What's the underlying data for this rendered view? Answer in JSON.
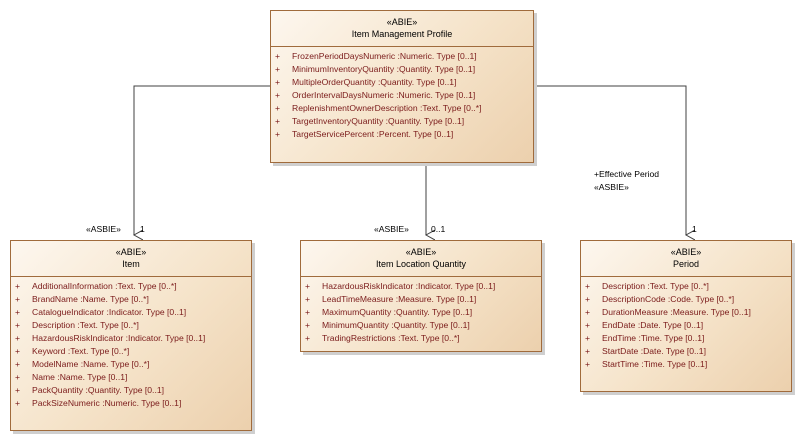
{
  "classes": {
    "profile": {
      "stereotype": "«ABIE»",
      "name": "Item Management Profile",
      "attributes": [
        {
          "vis": "+",
          "text": "FrozenPeriodDaysNumeric  :Numeric. Type [0..1]"
        },
        {
          "vis": "+",
          "text": "MinimumInventoryQuantity  :Quantity. Type [0..1]"
        },
        {
          "vis": "+",
          "text": "MultipleOrderQuantity  :Quantity. Type [0..1]"
        },
        {
          "vis": "+",
          "text": "OrderIntervalDaysNumeric  :Numeric. Type [0..1]"
        },
        {
          "vis": "+",
          "text": "ReplenishmentOwnerDescription  :Text. Type [0..*]"
        },
        {
          "vis": "+",
          "text": "TargetInventoryQuantity  :Quantity. Type [0..1]"
        },
        {
          "vis": "+",
          "text": "TargetServicePercent  :Percent. Type [0..1]"
        }
      ]
    },
    "item": {
      "stereotype": "«ABIE»",
      "name": "Item",
      "attributes": [
        {
          "vis": "+",
          "text": "AdditionalInformation  :Text. Type [0..*]"
        },
        {
          "vis": "+",
          "text": "BrandName  :Name. Type [0..*]"
        },
        {
          "vis": "+",
          "text": "CatalogueIndicator  :Indicator. Type [0..1]"
        },
        {
          "vis": "+",
          "text": "Description  :Text. Type [0..*]"
        },
        {
          "vis": "+",
          "text": "HazardousRiskIndicator  :Indicator. Type [0..1]"
        },
        {
          "vis": "+",
          "text": "Keyword  :Text. Type [0..*]"
        },
        {
          "vis": "+",
          "text": "ModelName  :Name. Type [0..*]"
        },
        {
          "vis": "+",
          "text": "Name  :Name. Type [0..1]"
        },
        {
          "vis": "+",
          "text": "PackQuantity  :Quantity. Type [0..1]"
        },
        {
          "vis": "+",
          "text": "PackSizeNumeric  :Numeric. Type [0..1]"
        }
      ]
    },
    "location": {
      "stereotype": "«ABIE»",
      "name": "Item Location Quantity",
      "attributes": [
        {
          "vis": "+",
          "text": "HazardousRiskIndicator  :Indicator. Type [0..1]"
        },
        {
          "vis": "+",
          "text": "LeadTimeMeasure  :Measure. Type [0..1]"
        },
        {
          "vis": "+",
          "text": "MaximumQuantity  :Quantity. Type [0..1]"
        },
        {
          "vis": "+",
          "text": "MinimumQuantity  :Quantity. Type [0..1]"
        },
        {
          "vis": "+",
          "text": "TradingRestrictions  :Text. Type [0..*]"
        }
      ]
    },
    "period": {
      "stereotype": "«ABIE»",
      "name": "Period",
      "attributes": [
        {
          "vis": "+",
          "text": "Description  :Text. Type [0..*]"
        },
        {
          "vis": "+",
          "text": "DescriptionCode  :Code. Type [0..*]"
        },
        {
          "vis": "+",
          "text": "DurationMeasure  :Measure. Type [0..1]"
        },
        {
          "vis": "+",
          "text": "EndDate  :Date. Type [0..1]"
        },
        {
          "vis": "+",
          "text": "EndTime  :Time. Type [0..1]"
        },
        {
          "vis": "+",
          "text": "StartDate  :Date. Type [0..1]"
        },
        {
          "vis": "+",
          "text": "StartTime  :Time. Type [0..1]"
        }
      ]
    }
  },
  "associations": {
    "item": {
      "stereotype": "«ASBIE»",
      "multiplicity": "1"
    },
    "location": {
      "stereotype": "«ASBIE»",
      "multiplicity": "0..1"
    },
    "period": {
      "role": "+Effective Period",
      "stereotype": "«ASBIE»",
      "multiplicity": "1"
    }
  },
  "colors": {
    "border": "#a06b3c",
    "attribute_text": "#7a1a1a",
    "connector": "#404040"
  }
}
